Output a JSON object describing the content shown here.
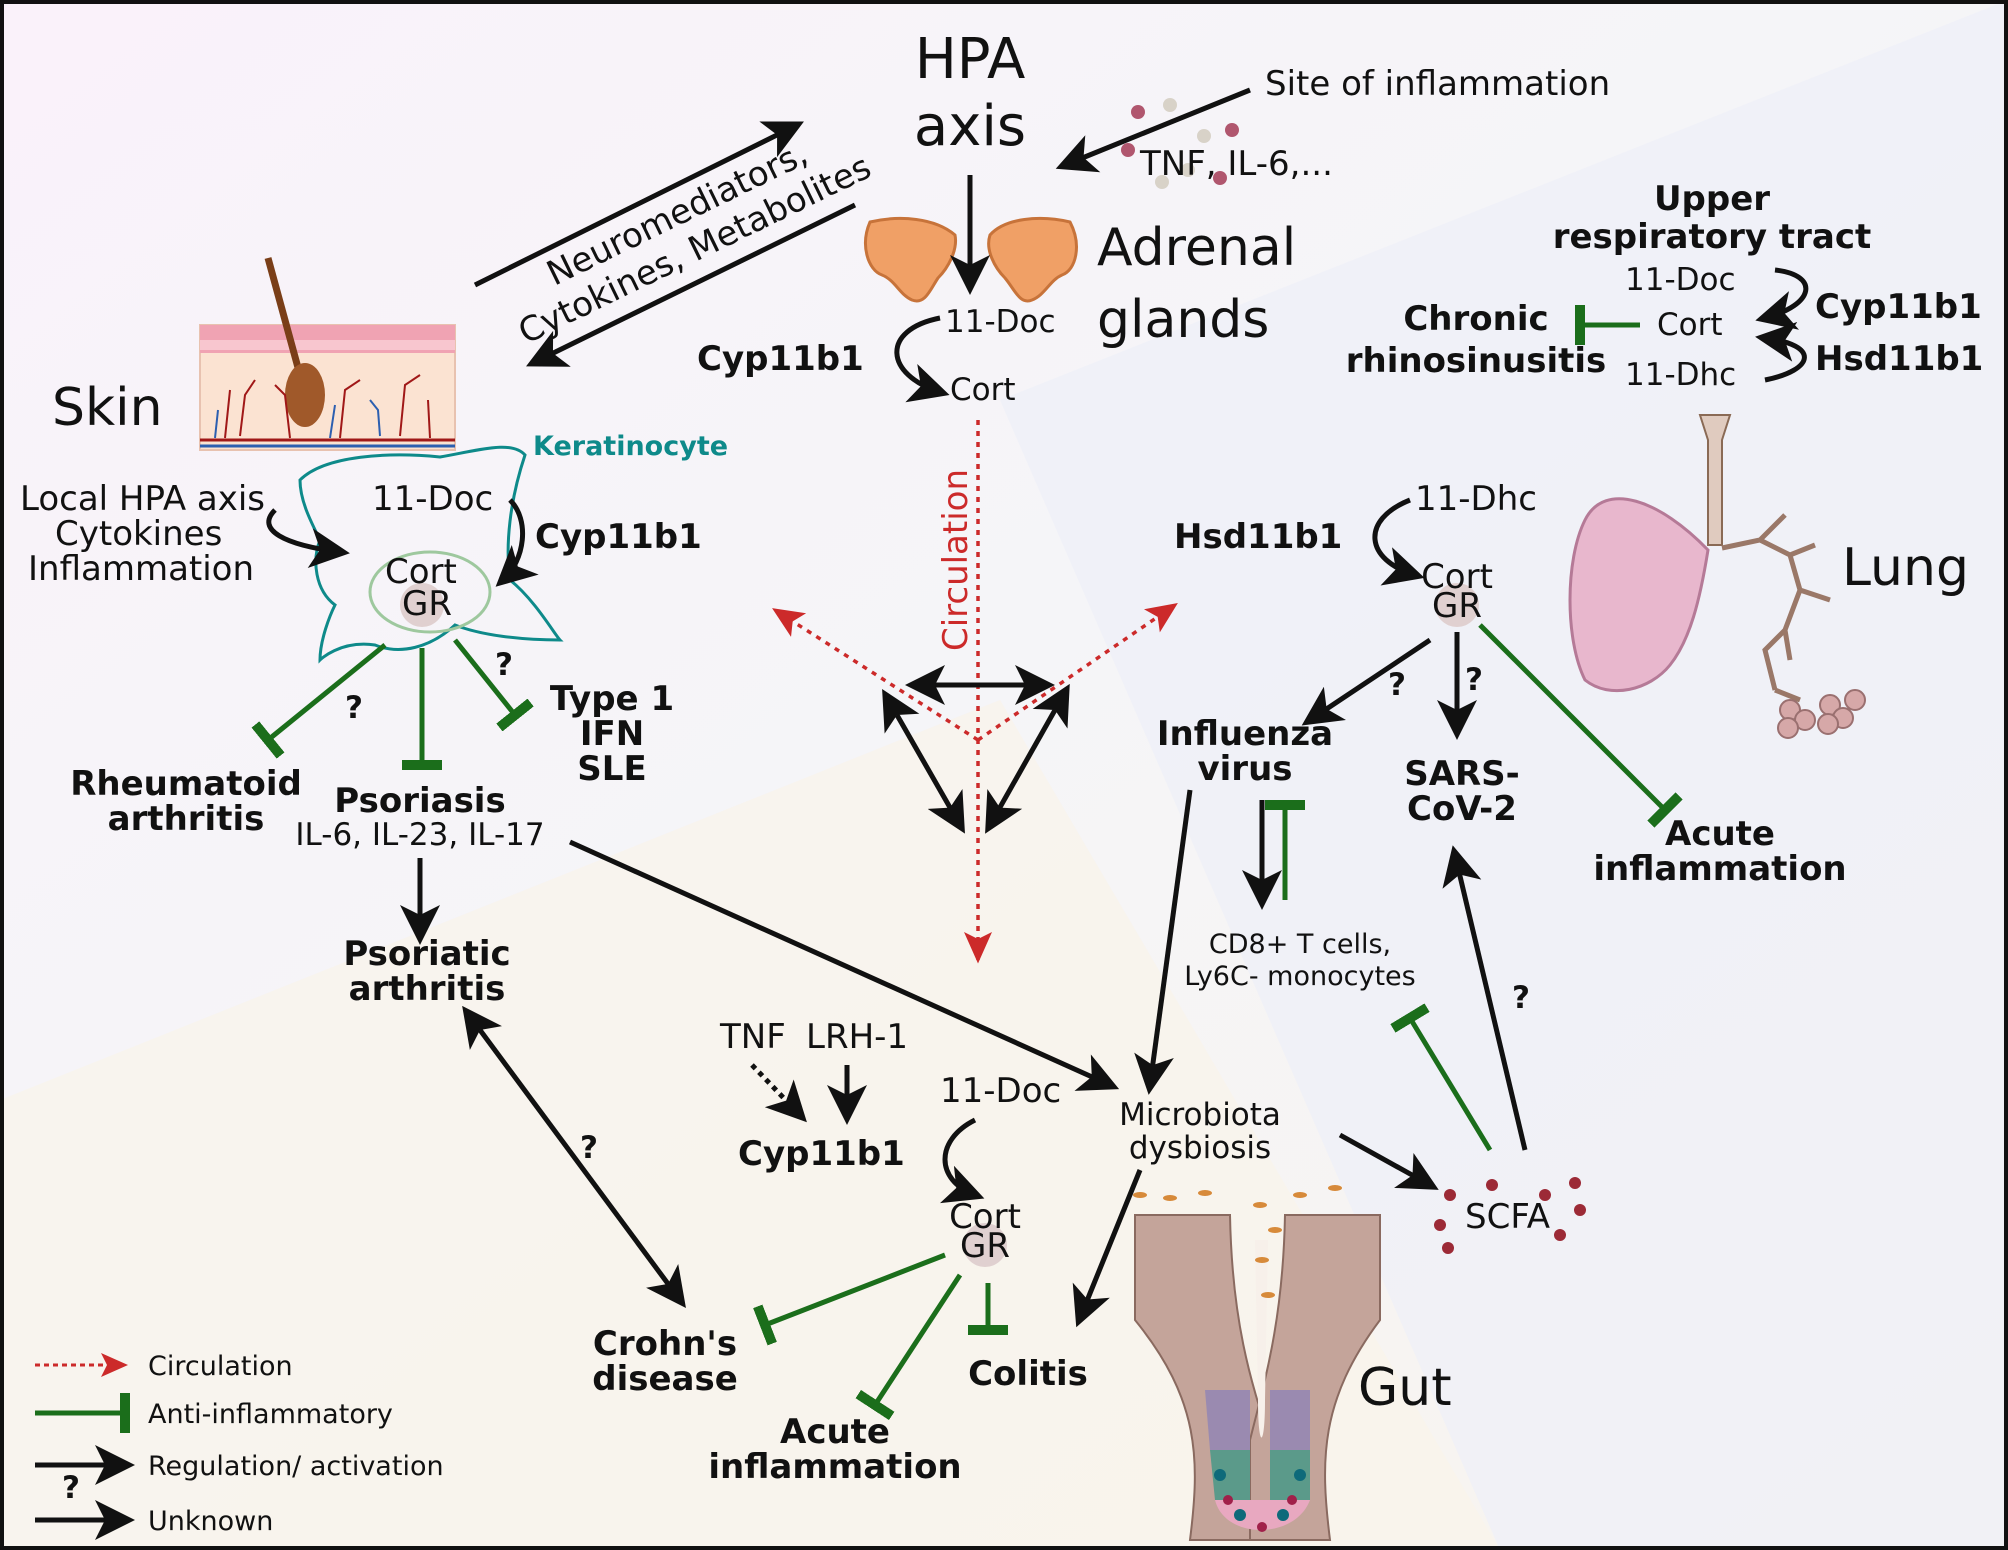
{
  "hpa": {
    "line1": "HPA",
    "line2": "axis"
  },
  "site_of_inflammation": "Site of inflammation",
  "tnf_il6": "TNF, IL-6,...",
  "neuromediators": {
    "line1": "Neuromediators,",
    "line2": "Cytokines, Metabolites"
  },
  "adrenal": {
    "line1": "Adrenal",
    "line2": "glands",
    "doc": "11-Doc",
    "enzyme": "Cyp11b1",
    "cort": "Cort"
  },
  "upper_resp": {
    "line1": "Upper",
    "line2": "respiratory tract",
    "doc": "11-Doc",
    "cort": "Cort",
    "dhc": "11-Dhc",
    "enzyme1": "Cyp11b1",
    "enzyme2": "Hsd11b1",
    "disease_line1": "Chronic",
    "disease_line2": "rhinosinusitis"
  },
  "skin": {
    "label": "Skin",
    "keratinocyte": "Keratinocyte",
    "local1": "Local HPA axis",
    "local2": "Cytokines",
    "local3": "Inflammation",
    "doc": "11-Doc",
    "enzyme": "Cyp11b1",
    "cort": "Cort",
    "gr": "GR"
  },
  "type1": {
    "line1": "Type 1",
    "line2": "IFN",
    "line3": "SLE"
  },
  "ra": {
    "line1": "Rheumatoid",
    "line2": "arthritis"
  },
  "psoriasis": {
    "title": "Psoriasis",
    "cytokines": "IL-6, IL-23, IL-17"
  },
  "psoriatic": {
    "line1": "Psoriatic",
    "line2": "arthritis"
  },
  "circulation": "Circulation",
  "lung": {
    "label": "Lung",
    "dhc": "11-Dhc",
    "enzyme": "Hsd11b1",
    "cort": "Cort",
    "gr": "GR"
  },
  "influenza": {
    "line1": "Influenza",
    "line2": "virus"
  },
  "sars": {
    "line1": "SARS-",
    "line2": "CoV-2"
  },
  "acute_lung": {
    "line1": "Acute",
    "line2": "inflammation"
  },
  "cd8": {
    "line1": "CD8+ T cells,",
    "line2": "Ly6C- monocytes"
  },
  "gut": {
    "label": "Gut",
    "tnf": "TNF",
    "lrh": "LRH-1",
    "doc": "11-Doc",
    "enzyme": "Cyp11b1",
    "cort": "Cort",
    "gr": "GR"
  },
  "microbiota": {
    "line1": "Microbiota",
    "line2": "dysbiosis"
  },
  "scfa": "SCFA",
  "crohns": {
    "line1": "Crohn's",
    "line2": "disease"
  },
  "colitis": "Colitis",
  "acute_gut": {
    "line1": "Acute",
    "line2": "inflammation"
  },
  "qmark": "?",
  "legend": {
    "circulation": "Circulation",
    "anti": "Anti-inflammatory",
    "regulation": "Regulation/ activation",
    "unknown": "Unknown",
    "q": "?"
  },
  "colors": {
    "activation": "#111111",
    "anti_inflammatory": "#1b6e1b",
    "circulation": "#cc2a2a",
    "keratinocyte": "#0e8a8a"
  }
}
